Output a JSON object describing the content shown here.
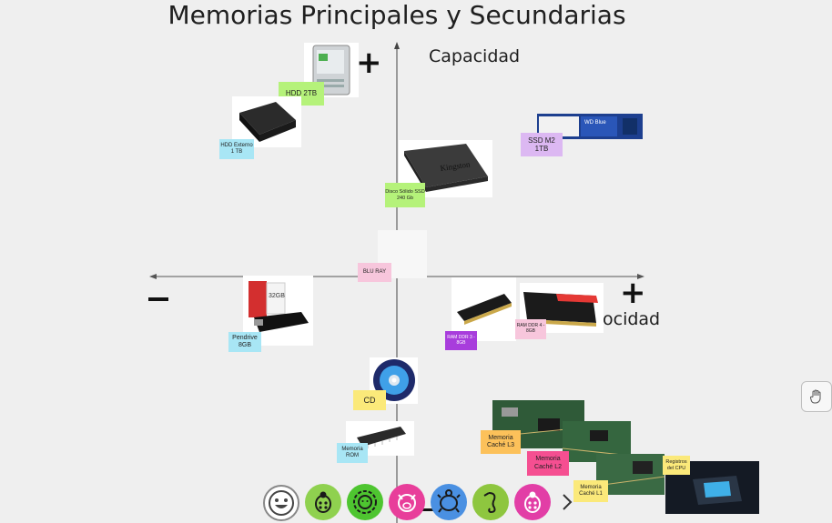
{
  "title": "Memorias Principales y Secundarias",
  "axes": {
    "y_label": "Capacidad",
    "x_label": "ocidad",
    "plus": "+",
    "minus": "-"
  },
  "notes": {
    "hdd2tb": "HDD 2TB",
    "hdd_externo": "HDD Externo 1 TB",
    "ssd_m2": "SSD M2 1TB",
    "ssd_solido": "Disco Sólido SSD 240 Gb",
    "bluray": "BLU RAY",
    "pendrive": "Pendrive 8GB",
    "ram_ddr3": "RAM DDR 3 - 8GB",
    "ram_ddr4": "RAM DDR 4 - 8GB",
    "cd": "CD",
    "rom": "Memoria ROM",
    "cache_l3": "Memoria Caché L3",
    "cache_l2": "Memoria Caché L2",
    "cache_l1": "Memoria Caché L1",
    "registros": "Registros del CPU"
  },
  "image_text": {
    "ssd_brand": "Kingston",
    "wd_label": "WD Blue",
    "pendrive_size": "32GB"
  },
  "colors": {
    "green_note": "#b5f27a",
    "blue_note": "#a8e6f5",
    "purple_note": "#dcb8f2",
    "pink_note": "#f7c6dc",
    "yellow_note": "#fbe97a",
    "orange_note": "#fcc15a",
    "magenta_note": "#f54f91",
    "violet_note": "#a83ddc"
  },
  "toolbar": {
    "stickers": [
      {
        "icon": "smiley-icon",
        "color": "#ffffff"
      },
      {
        "icon": "ladybug-icon",
        "color": "#8fd14f"
      },
      {
        "icon": "lion-icon",
        "color": "#4ec530"
      },
      {
        "icon": "pig-icon",
        "color": "#e83e9a"
      },
      {
        "icon": "turtle-icon",
        "color": "#4a90e2"
      },
      {
        "icon": "seahorse-icon",
        "color": "#8ec63f"
      },
      {
        "icon": "ladybug-pink-icon",
        "color": "#e23ea6"
      }
    ]
  }
}
